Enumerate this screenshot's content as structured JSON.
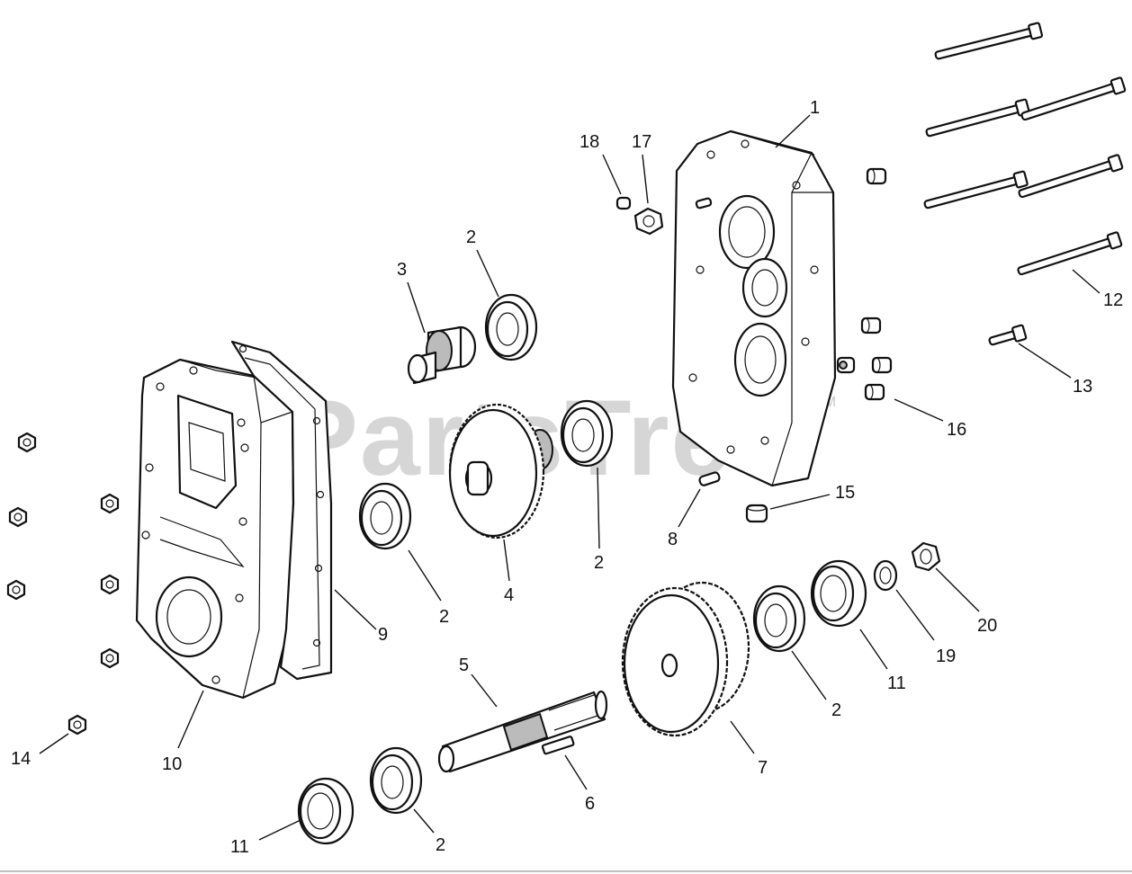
{
  "watermark": {
    "text": "PartsTree",
    "mark": "TM"
  },
  "callouts": [
    {
      "id": "c1",
      "label": "1"
    },
    {
      "id": "c2a",
      "label": "2"
    },
    {
      "id": "c2b",
      "label": "2"
    },
    {
      "id": "c2c",
      "label": "2"
    },
    {
      "id": "c2d",
      "label": "2"
    },
    {
      "id": "c2e",
      "label": "2"
    },
    {
      "id": "c3",
      "label": "3"
    },
    {
      "id": "c4",
      "label": "4"
    },
    {
      "id": "c5",
      "label": "5"
    },
    {
      "id": "c6",
      "label": "6"
    },
    {
      "id": "c7",
      "label": "7"
    },
    {
      "id": "c8",
      "label": "8"
    },
    {
      "id": "c9",
      "label": "9"
    },
    {
      "id": "c10",
      "label": "10"
    },
    {
      "id": "c11a",
      "label": "11"
    },
    {
      "id": "c11b",
      "label": "11"
    },
    {
      "id": "c12",
      "label": "12"
    },
    {
      "id": "c13",
      "label": "13"
    },
    {
      "id": "c14",
      "label": "14"
    },
    {
      "id": "c15",
      "label": "15"
    },
    {
      "id": "c16",
      "label": "16"
    },
    {
      "id": "c17",
      "label": "17"
    },
    {
      "id": "c18",
      "label": "18"
    },
    {
      "id": "c19",
      "label": "19"
    },
    {
      "id": "c20",
      "label": "20"
    }
  ],
  "colors": {
    "line": "#111111",
    "watermark": "#d6d6d6",
    "background": "#ffffff"
  }
}
